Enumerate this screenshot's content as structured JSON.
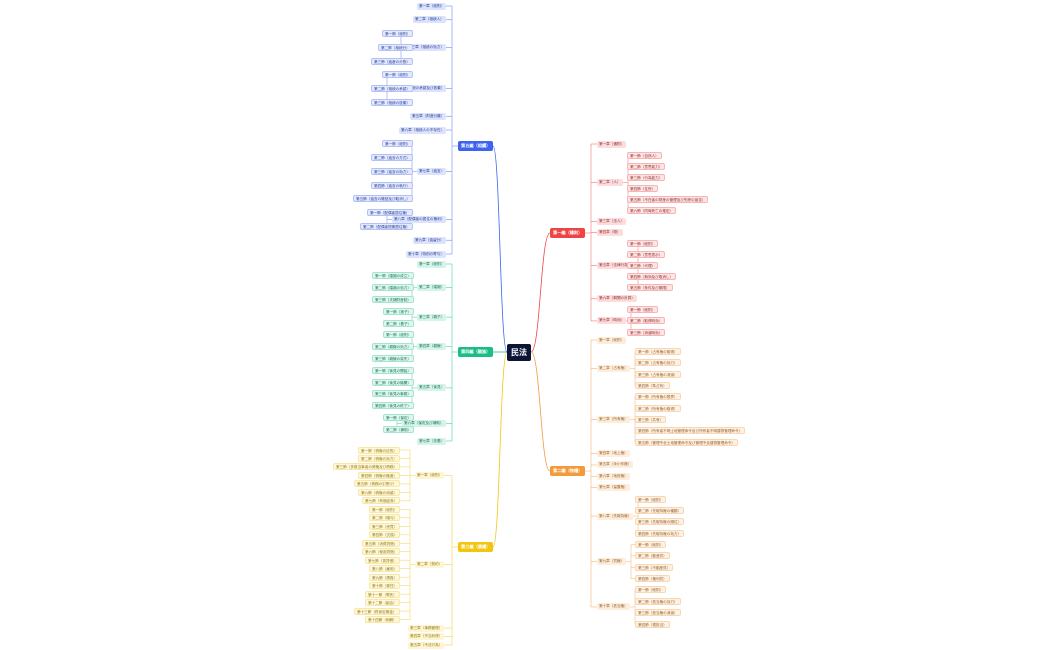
{
  "root": {
    "label": "民法"
  },
  "colors": {
    "root_bg": "#0d1536",
    "b1": "#ef4444",
    "b2": "#f39a3c",
    "b3": "#f2c511",
    "b4": "#19bd88",
    "b5": "#3d63f0"
  },
  "books": [
    {
      "id": "b1",
      "label": "第一編（總則）",
      "chapters": [
        {
          "label": "第一章（通則）"
        },
        {
          "label": "第二章（人）",
          "sections": [
            "第一節（自然人）",
            "第二節（意思能力）",
            "第三節（行為能力）",
            "第四節（住所）",
            "第五節（不在者の財産の管理及び失踪の宣告）",
            "第六節（同時死亡の推定）"
          ]
        },
        {
          "label": "第三章（法人）"
        },
        {
          "label": "第四章（物）"
        },
        {
          "label": "第五章（法律行為）",
          "sections": [
            "第一節（総則）",
            "第二節（意思表示）",
            "第三節（代理）",
            "第四節（無効及び取消し）",
            "第五節（条件及び期限）"
          ]
        },
        {
          "label": "第六章（期間の計算）"
        },
        {
          "label": "第七章（時効）",
          "sections": [
            "第一節（総則）",
            "第二節（取得時効）",
            "第三節（消滅時効）"
          ]
        }
      ]
    },
    {
      "id": "b2",
      "label": "第二編（物權）",
      "chapters": [
        {
          "label": "第一章（総則）"
        },
        {
          "label": "第二章（占有権）",
          "sections": [
            "第一節（占有権の取得）",
            "第二節（占有権の効力）",
            "第三節（占有権の消滅）",
            "第四節（準占有）"
          ]
        },
        {
          "label": "第三章（所有権）",
          "sections": [
            "第一節（所有権の限界）",
            "第二節（所有権の取得）",
            "第三節（共有）",
            "第四節（所有者不明土地管理命令及び所有者不明建物管理命令）",
            "第五節（管理不全土地管理命令及び管理不全建物管理命令）"
          ]
        },
        {
          "label": "第四章（地上権）"
        },
        {
          "label": "第五章（永小作権）"
        },
        {
          "label": "第六章（地役権）"
        },
        {
          "label": "第七章（留置権）"
        },
        {
          "label": "第八章（先取特権）",
          "sections": [
            "第一節（総則）",
            "第二節（先取特権の種類）",
            "第三節（先取特権の順位）",
            "第四節（先取特権の効力）"
          ]
        },
        {
          "label": "第九章（質権）",
          "sections": [
            "第一節（総則）",
            "第二節（動産質）",
            "第三節（不動産質）",
            "第四節（権利質）"
          ]
        },
        {
          "label": "第十章（抵当権）",
          "sections": [
            "第一節（総則）",
            "第二節（抵当権の効力）",
            "第三節（抵当権の消滅）",
            "第四節（根抵当）"
          ]
        }
      ]
    },
    {
      "id": "b3",
      "label": "第三編（債權）",
      "chapters": [
        {
          "label": "第一章（総則）",
          "sections": [
            "第一節（債権の目的）",
            "第二節（債権の効力）",
            "第三節（多数当事者の債権及び債務）",
            "第四節（債権の譲渡）",
            "第五節（債務の引受け）",
            "第六節（債権の消滅）",
            "第七節（有価証券）"
          ]
        },
        {
          "label": "第二章（契約）",
          "sections": [
            "第一節（総則）",
            "第二節（贈与）",
            "第三節（売買）",
            "第四節（交換）",
            "第五節（消費貸借）",
            "第六節（使用貸借）",
            "第七節（賃貸借）",
            "第八節（雇用）",
            "第九節（請負）",
            "第十節（委任）",
            "第十一節（寄託）",
            "第十二節（組合）",
            "第十三節（終身定期金）",
            "第十四節（和解）"
          ]
        },
        {
          "label": "第三章（事務管理）"
        },
        {
          "label": "第四章（不当利得）"
        },
        {
          "label": "第五章（不法行為）"
        }
      ]
    },
    {
      "id": "b4",
      "label": "第四編（親族）",
      "chapters": [
        {
          "label": "第一章（総則）"
        },
        {
          "label": "第二章（婚姻）",
          "sections": [
            "第一節（婚姻の成立）",
            "第二節（婚姻の効力）",
            "第三節（夫婦財産制）"
          ]
        },
        {
          "label": "第三章（親子）",
          "sections": [
            "第一節（実子）",
            "第二節（養子）"
          ]
        },
        {
          "label": "第四章（親権）",
          "sections": [
            "第一節（総則）",
            "第二節（親権の効力）",
            "第三節（親権の喪失）"
          ]
        },
        {
          "label": "第五章（後見）",
          "sections": [
            "第一節（後見の開始）",
            "第二節（後見の機関）",
            "第三節（後見の事務）",
            "第四節（後見の終了）"
          ]
        },
        {
          "label": "第六章（保佐及び補助）",
          "sections": [
            "第一節（保佐）",
            "第二節（補助）"
          ]
        },
        {
          "label": "第七章（扶養）"
        }
      ]
    },
    {
      "id": "b5",
      "label": "第五編（相續）",
      "chapters": [
        {
          "label": "第一章（総則）"
        },
        {
          "label": "第二章（相続人）"
        },
        {
          "label": "第三章（相続の効力）",
          "sections": [
            "第一節（総則）",
            "第二節（相続分）",
            "第三節（遺産の分割）"
          ]
        },
        {
          "label": "第四章（相続の承認及び放棄）",
          "sections": [
            "第一節（総則）",
            "第二節（相続の承認）",
            "第三節（相続の放棄）"
          ]
        },
        {
          "label": "第五章（財産分離）"
        },
        {
          "label": "第六章（相続人の不存在）"
        },
        {
          "label": "第七章（遺言）",
          "sections": [
            "第一節（総則）",
            "第二節（遺言の方式）",
            "第三節（遺言の効力）",
            "第四節（遺言の執行）",
            "第五節（遺言の撤回及び取消し）"
          ]
        },
        {
          "label": "第八章（配偶者の居住の権利）",
          "sections": [
            "第一節（配偶者居住権）",
            "第二節（配偶者短期居住権）"
          ]
        },
        {
          "label": "第九章（遺留分）"
        },
        {
          "label": "第十章（特別の寄与）"
        }
      ]
    }
  ]
}
